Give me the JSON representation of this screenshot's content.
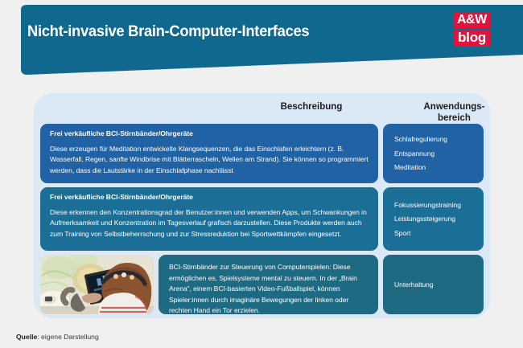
{
  "header": {
    "title": "Nicht-invasive Brain-Computer-Interfaces",
    "banner_color": "#10688f",
    "logo": {
      "line1": "A&W",
      "line2": "blog",
      "box_color": "#e2123c"
    }
  },
  "panel": {
    "background_color": "#dbe8f6",
    "columns": [
      {
        "label": "Beschreibung"
      },
      {
        "label": "Anwendungs-\nbereich",
        "line1": "Anwendungs-",
        "line2": "bereich"
      }
    ]
  },
  "rows": [
    {
      "color": "#2162a4",
      "title": "Frei verkäufliche BCI-Stirnbänder/Ohrgeräte",
      "body": "Diese erzeugen für Meditation entwickelte Klangsequenzen, die das Einschlafen erleichtern (z. B. Wasserfall, Regen, sanfte Windbrise mit Blätterrascheln, Wellen am Strand). Sie können so programmiert werden, dass die Lautstärke in der Einschlafphase nachlässt",
      "areas": [
        "Schlafregulierung",
        "Entspannung",
        "Meditation"
      ]
    },
    {
      "color": "#1b6e96",
      "title": "Frei verkäufliche BCI-Stirnbänder/Ohrgeräte",
      "body": "Diese erkennen den Konzentrationsgrad der Benutzer:innen und verwenden Apps, um Schwankungen in Aufmerksamkeit und Konzentration im Tagesverlauf grafisch darzustellen. Diese Produkte werden auch zum Training von Selbstbeherrschung und zur Stressreduktion bei Sportwettkämpfen eingesetzt.",
      "areas": [
        "Fokussierungstraining",
        "Leistungssteigerung",
        "Sport"
      ]
    },
    {
      "color": "#1d6a82",
      "photo_alt": "Kind mit BCI-Stirnband am Tablet",
      "title": "",
      "body": "BCI-Stirnbänder zur Steuerung von  Computerspielen: Diese ermöglichen es, Spielsysteme mental zu steuern. In der „Brain Arena“, einem BCI-basierten Video-Fußballspiel, können Spieler:innen durch imaginäre Bewegungen der linken oder rechten Hand ein Tor erzielen.",
      "areas": [
        "Unterhaltung"
      ]
    }
  ],
  "footer": {
    "source_label": "Quelle",
    "source_value": ": eigene Darstellung"
  }
}
